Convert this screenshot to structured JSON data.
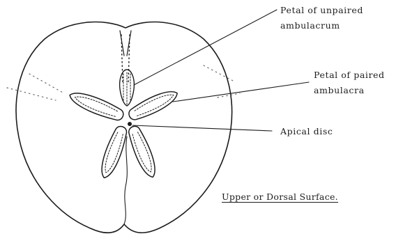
{
  "labels": {
    "unpaired_line1": "Petal of unpaired",
    "unpaired_line2": "ambulacrum",
    "paired_line1": "Petal of paired",
    "paired_line2": "ambulacra",
    "apical": "Apical disc",
    "caption": "Upper or Dorsal Surface."
  },
  "colors": {
    "ink": "#1c1c1c",
    "background": "#ffffff"
  }
}
